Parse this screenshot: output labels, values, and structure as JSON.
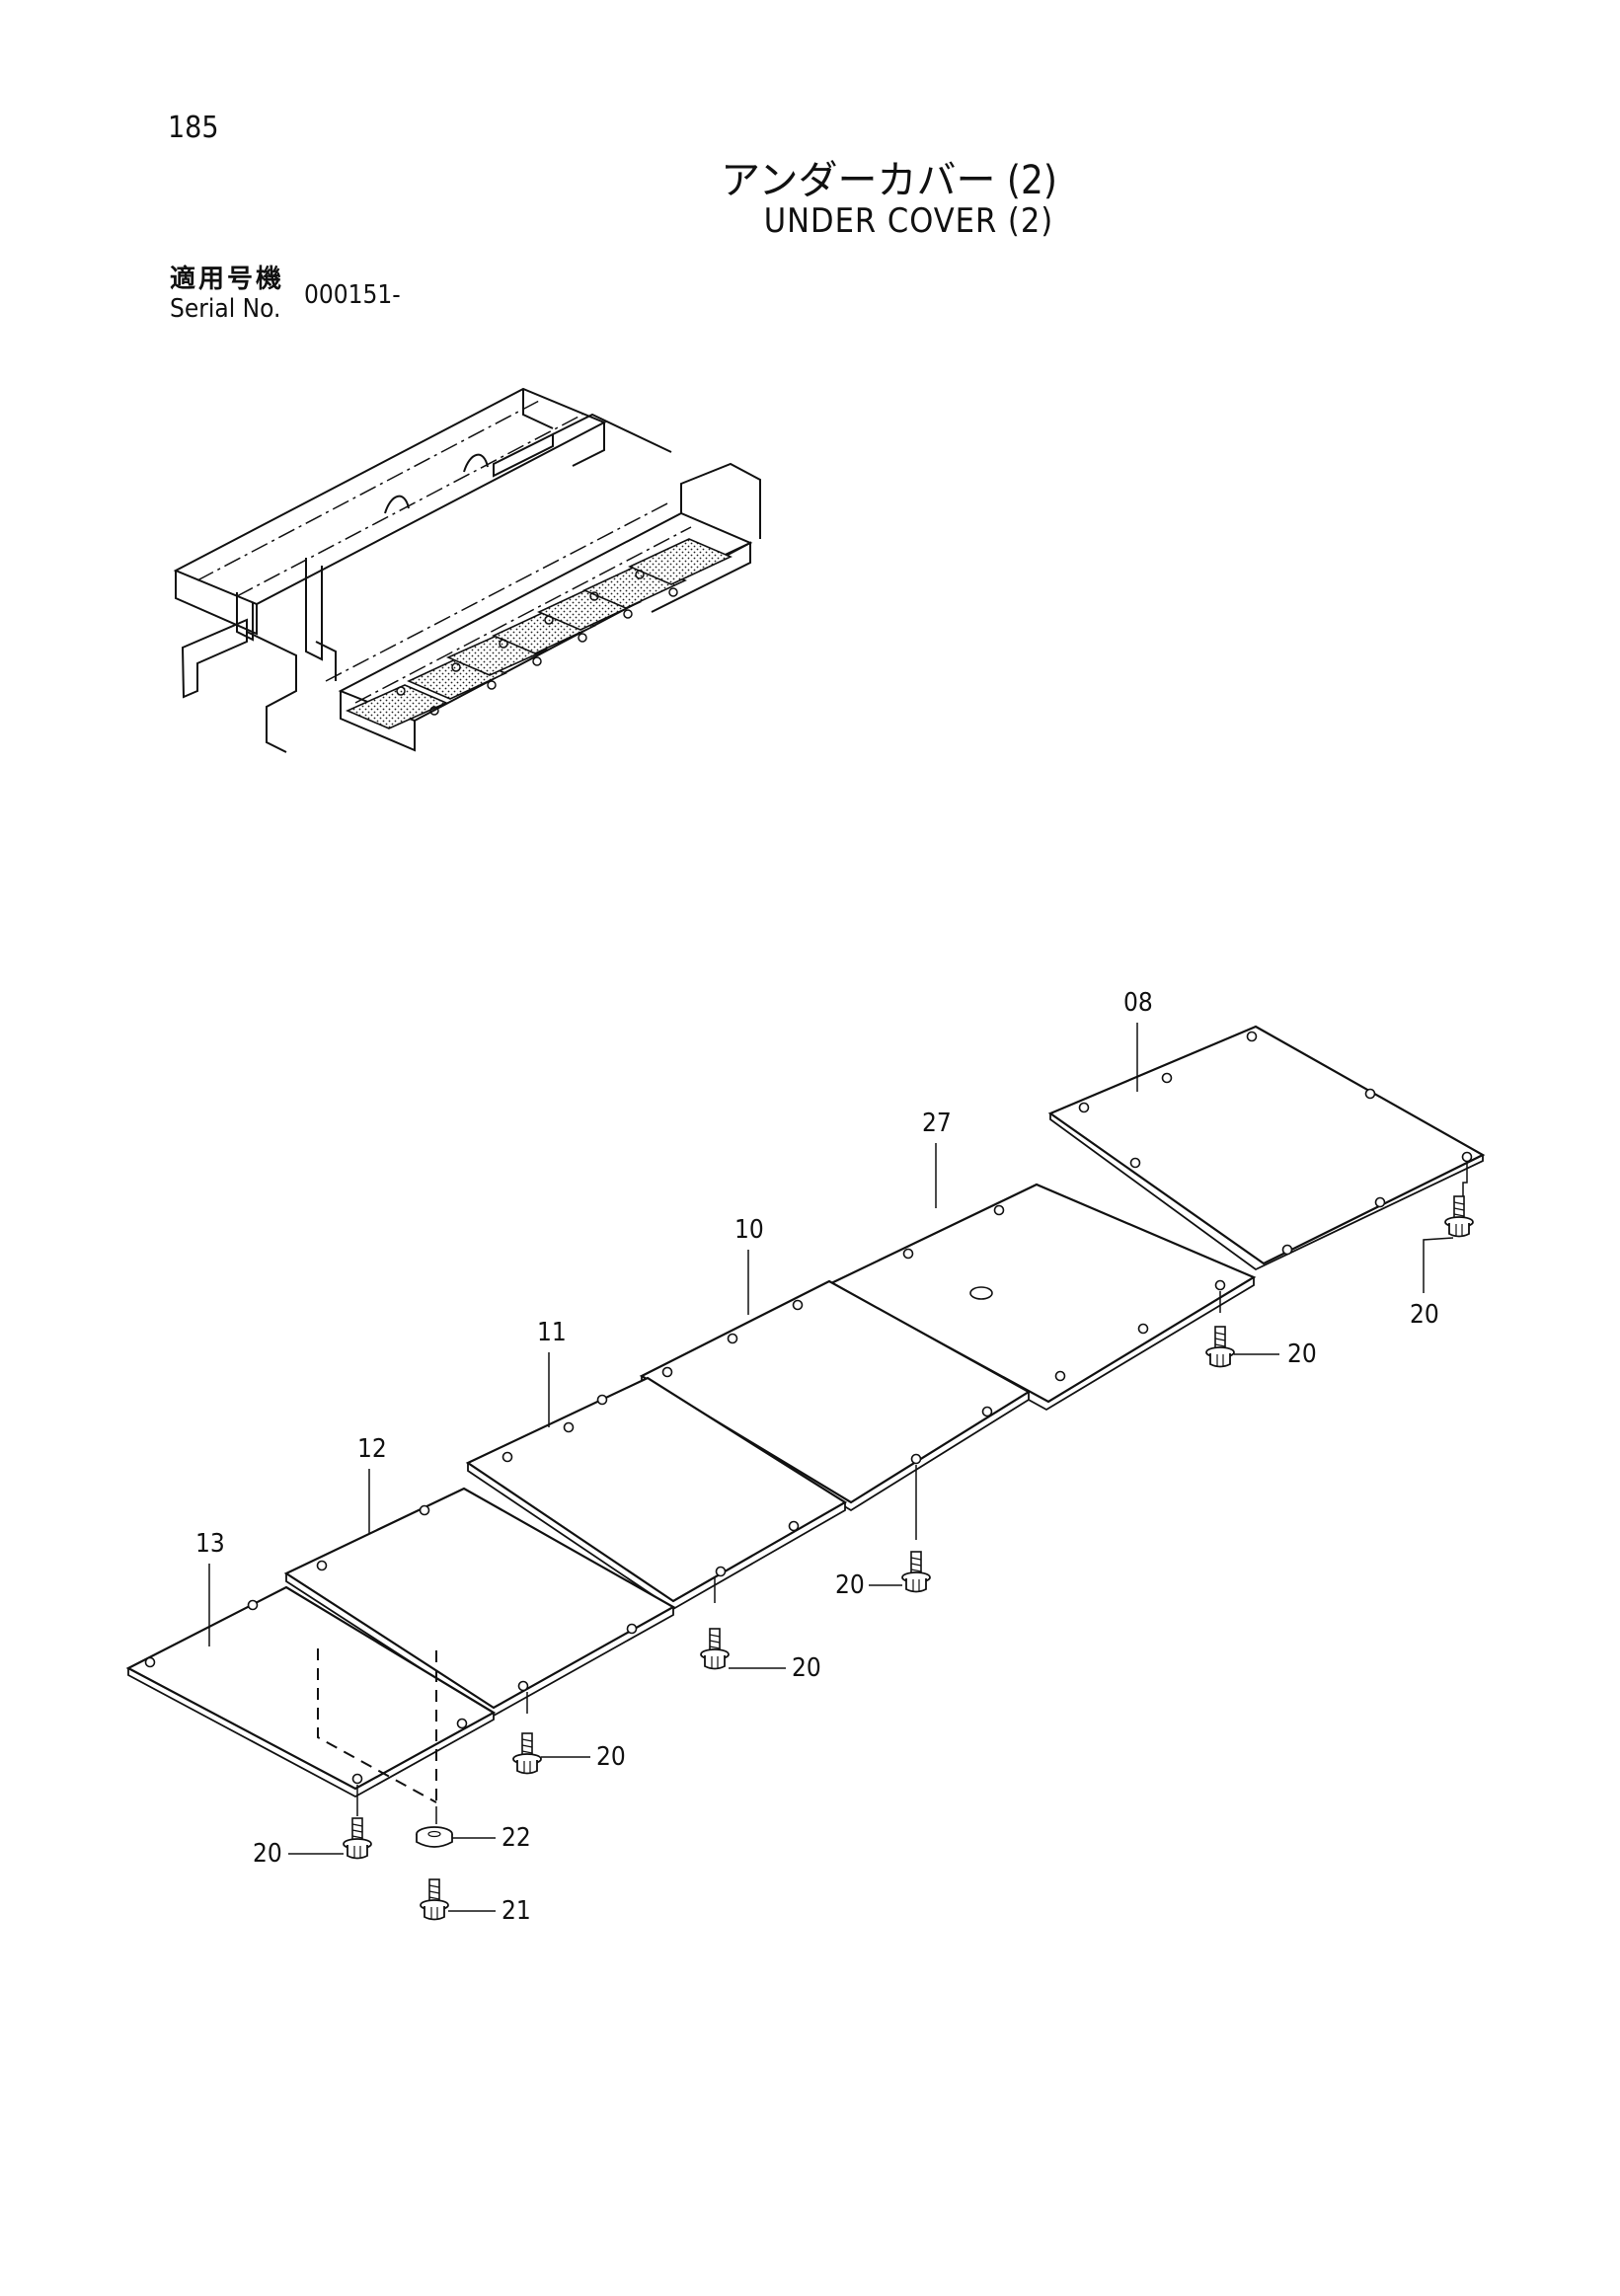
{
  "header": {
    "page_number": "185",
    "title_jp": "アンダーカバー (2)",
    "title_en": "UNDER COVER (2)",
    "serial_label_jp": "適用号機",
    "serial_label_en": "Serial No.",
    "serial_value": "000151-"
  },
  "callouts": {
    "plate_08": "08",
    "plate_27": "27",
    "plate_10": "10",
    "plate_11": "11",
    "plate_12": "12",
    "plate_13": "13",
    "bolt_20": "20",
    "bolt_21": "21",
    "washer_22": "22"
  }
}
